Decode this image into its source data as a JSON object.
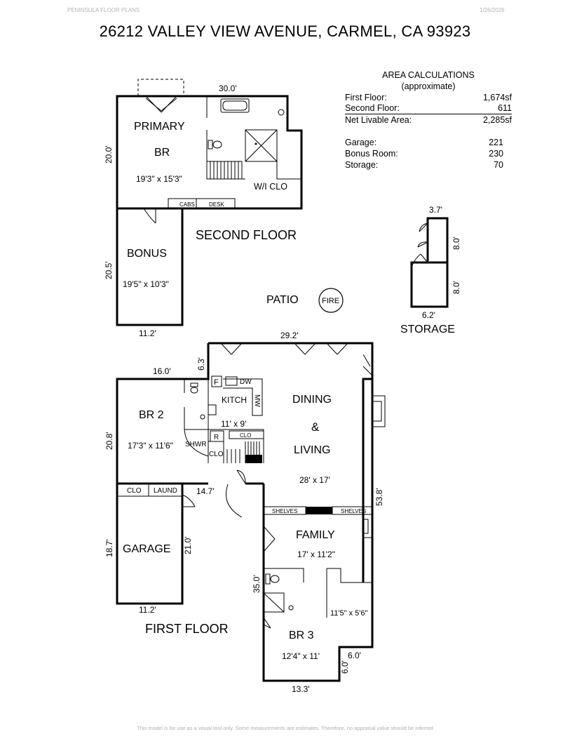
{
  "header": {
    "brand": "PENINSULA FLOOR PLANS",
    "date": "1/26/2026",
    "title": "26212 VALLEY VIEW AVENUE, CARMEL, CA  93923"
  },
  "area_calculations": {
    "title": "AREA CALCULATIONS",
    "subtitle": "(approximate)",
    "rows": [
      {
        "label": "First  Floor:",
        "value": "1,674sf"
      },
      {
        "label": "Second Floor:",
        "value": "611"
      },
      {
        "label": "Net Livable Area:",
        "value": "2,285sf"
      }
    ],
    "extra_rows": [
      {
        "label": "Garage:",
        "value": "221"
      },
      {
        "label": "Bonus Room:",
        "value": "230"
      },
      {
        "label": "Storage:",
        "value": "70"
      }
    ]
  },
  "second_floor": {
    "label": "SECOND FLOOR",
    "primary_name_1": "PRIMARY",
    "primary_name_2": "BR",
    "primary_size": "19'3\" x 15'3\"",
    "walk_in_closet": "W/I CLO",
    "cabs": "CABS",
    "desk": "DESK",
    "bonus_name": "BONUS",
    "bonus_size": "19'5\" x 10'3\"",
    "dim_top": "30.0'",
    "dim_left_primary": "20.0'",
    "dim_left_bonus": "20.5'",
    "dim_bottom_bonus": "11.2'"
  },
  "patio": {
    "label": "PATIO",
    "fire": "FIRE"
  },
  "storage": {
    "label": "STORAGE",
    "dim_top": "3.7'",
    "dim_right_upper": "8.0'",
    "dim_right_lower": "8.0'",
    "dim_bottom": "6.2'"
  },
  "first_floor": {
    "label": "FIRST FLOOR",
    "dim_top": "29.2'",
    "dim_6_3": "6.3'",
    "dim_16": "16.0'",
    "dim_20_8": "20.8'",
    "dim_14_7": "14.7'",
    "dim_53_8": "53.8'",
    "dim_18_7": "18.7'",
    "dim_21": "21.0'",
    "dim_garage_bottom": "11.2'",
    "dim_35": "35.0'",
    "dim_6_0_a": "6.0'",
    "dim_6_0_b": "6.0'",
    "dim_bottom": "13.3'",
    "fridge": "F",
    "dishwasher": "DW",
    "kitchen": "KITCH",
    "microwave": "MW",
    "kitchen_size": "11' x 9'",
    "range": "R",
    "closet": "CLO",
    "shower": "SHWR",
    "laundry": "LAUND",
    "shelves": "SHELVES",
    "dining_1": "DINING",
    "dining_amp": "&",
    "dining_2": "LIVING",
    "dining_size": "28' x 17'",
    "br2_name": "BR 2",
    "br2_size": "17'3\" x 11'6\"",
    "garage": "GARAGE",
    "family": "FAMILY",
    "family_size": "17' x 11'2\"",
    "nook_size": "11'5\" x 5'6\"",
    "br3_name": "BR 3",
    "br3_size": "12'4\" x 11'"
  },
  "footer": "This model is for use as a visual tool only. Some measurements are estimates. Therefore, no appraisal value should be inferred"
}
